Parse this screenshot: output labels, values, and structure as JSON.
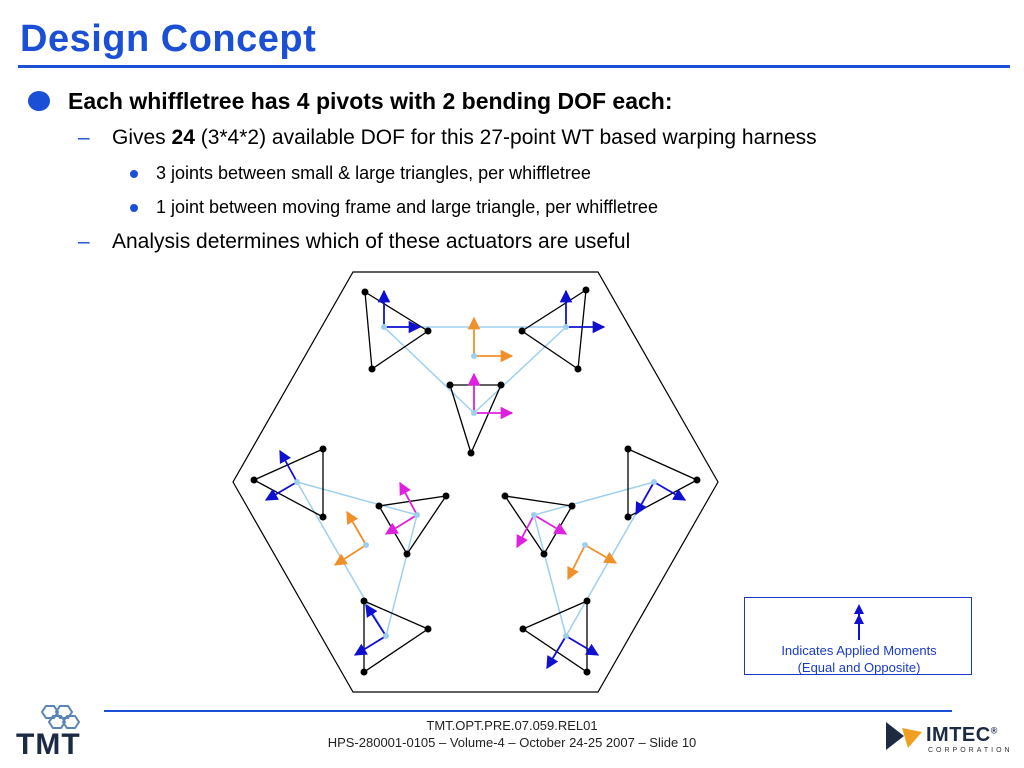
{
  "slide": {
    "title": "Design Concept",
    "bullets": {
      "main": "Each whiffletree has 4 pivots with 2 bending DOF each:",
      "sub1_prefix": "Gives ",
      "sub1_bold": "24",
      "sub1_suffix": " (3*4*2) available DOF for this 27-point WT based warping harness",
      "subsub1": "3 joints between small & large triangles, per whiffletree",
      "subsub2": "1 joint between moving frame and large triangle, per whiffletree",
      "sub2": "Analysis determines which of these actuators are useful",
      "dash": "–"
    }
  },
  "legend": {
    "line1": "Indicates Applied Moments",
    "line2": "(Equal and Opposite)"
  },
  "footer": {
    "doc_id": "TMT.OPT.PRE.07.059.REL01",
    "info": "HPS-280001-0105 – Volume-4 – October 24-25 2007 – Slide 10",
    "left_logo": "TMT",
    "right_logo": "IMTEC",
    "right_logo_sub": "CORPORATION",
    "right_logo_mark": "®"
  },
  "colors": {
    "accent_blue": "#1a4fd6",
    "moment_blue": "#1010d0",
    "orange": "#f0902a",
    "magenta": "#e020e0",
    "light_blue": "#9fcfef"
  }
}
